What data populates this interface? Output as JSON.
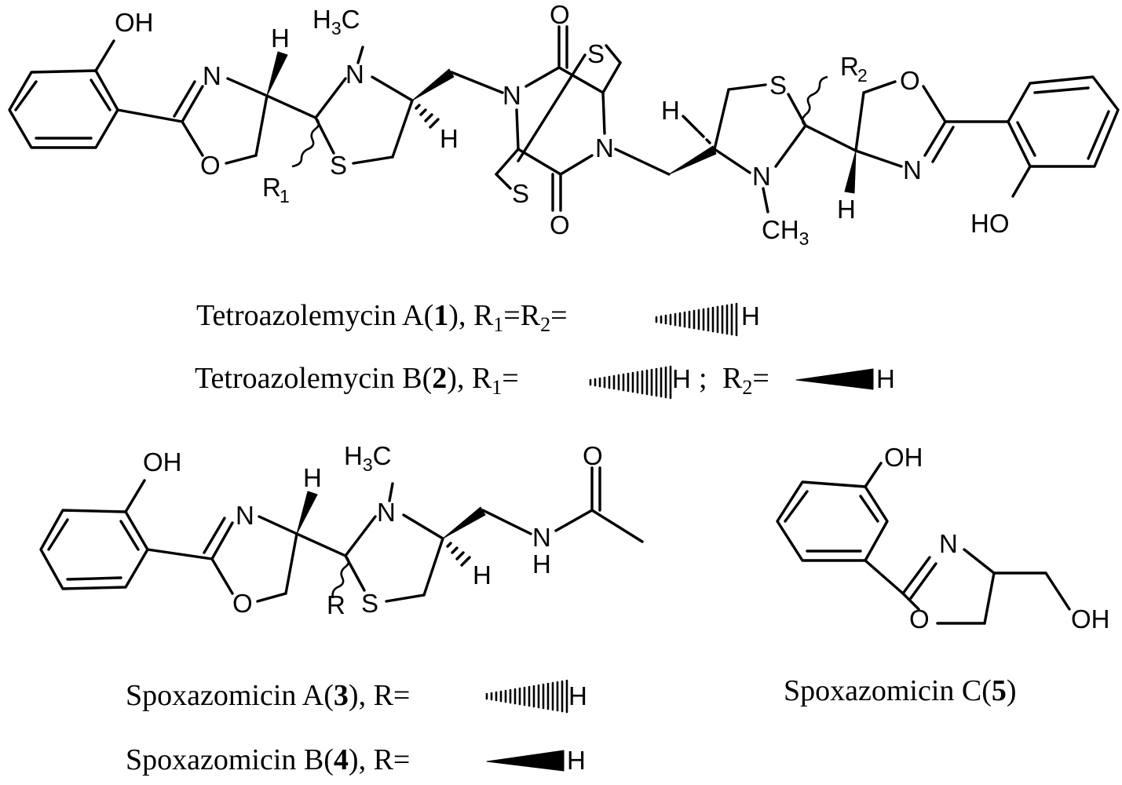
{
  "atoms": {
    "OH": "OH",
    "HO": "HO",
    "N": "N",
    "O": "O",
    "S": "S",
    "H": "H",
    "R": "R",
    "R1_letter": "R",
    "R1_sub": "1",
    "R2_letter": "R",
    "R2_sub": "2",
    "H3C_H": "H",
    "H3C_sub": "3",
    "H3C_C": "C",
    "CH3_CH": "CH",
    "CH3_sub": "3"
  },
  "captions": {
    "tetA": {
      "name": "Tetroazolemycin A",
      "open": "(",
      "num": "1",
      "close": ")",
      "mid": ", R",
      "sub1": "1",
      "eq": "=R",
      "sub2": "2",
      "eq2": "=",
      "h": "H"
    },
    "tetB": {
      "name": "Tetroazolemycin B",
      "open": "(",
      "num": "2",
      "close": ")",
      "mid": ", R",
      "sub1": "1",
      "eq": "=",
      "h1": "H",
      "semi": ";",
      "r2": "R",
      "sub2": "2",
      "eq2": "=",
      "h2": "H"
    },
    "spoxA": {
      "name": "Spoxazomicin A",
      "open": "(",
      "num": "3",
      "close": ")",
      "mid": ", R=",
      "h": "H"
    },
    "spoxB": {
      "name": "Spoxazomicin B",
      "open": "(",
      "num": "4",
      "close": ")",
      "mid": ", R=",
      "h": "H"
    },
    "spoxC": {
      "name": "Spoxazomicin C",
      "open": "(",
      "num": "5",
      "close": ")"
    }
  }
}
